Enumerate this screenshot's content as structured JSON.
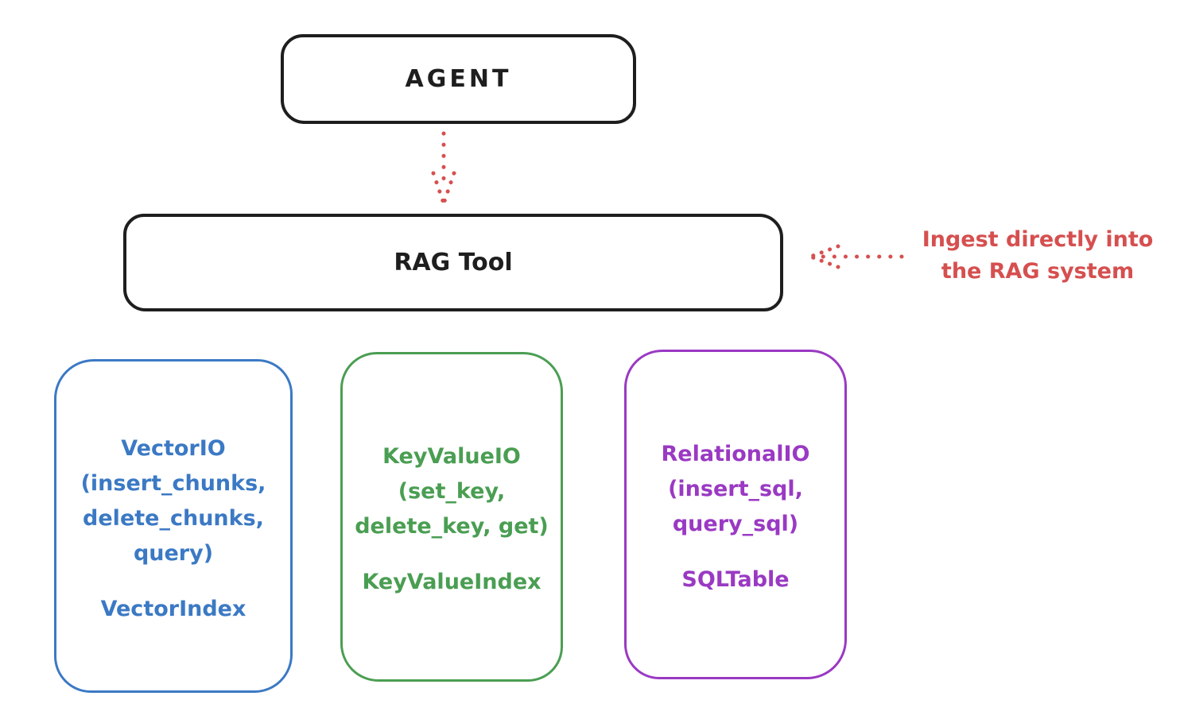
{
  "diagram": {
    "agent": {
      "label": "AGENT"
    },
    "rag_tool": {
      "label": "RAG Tool"
    },
    "annotation": {
      "line1": "Ingest directly into",
      "line2": "the RAG system"
    },
    "stores": [
      {
        "id": "vector-io",
        "lines": [
          "VectorIO",
          "(insert_chunks,",
          "delete_chunks,",
          "query)"
        ],
        "index_label": "VectorIndex",
        "color": "#3b79c4"
      },
      {
        "id": "key-value-io",
        "lines": [
          "KeyValueIO",
          "(set_key,",
          "delete_key, get)"
        ],
        "index_label": "KeyValueIndex",
        "color": "#4a9e52"
      },
      {
        "id": "relational-io",
        "lines": [
          "RelationalIO",
          "(insert_sql,",
          "query_sql)"
        ],
        "index_label": "SQLTable",
        "color": "#9a39c3"
      }
    ],
    "colors": {
      "ink": "#1e1e1e",
      "red": "#d64f4f",
      "blue": "#3b79c4",
      "green": "#4a9e52",
      "purple": "#9a39c3",
      "background": "#ffffff"
    }
  }
}
